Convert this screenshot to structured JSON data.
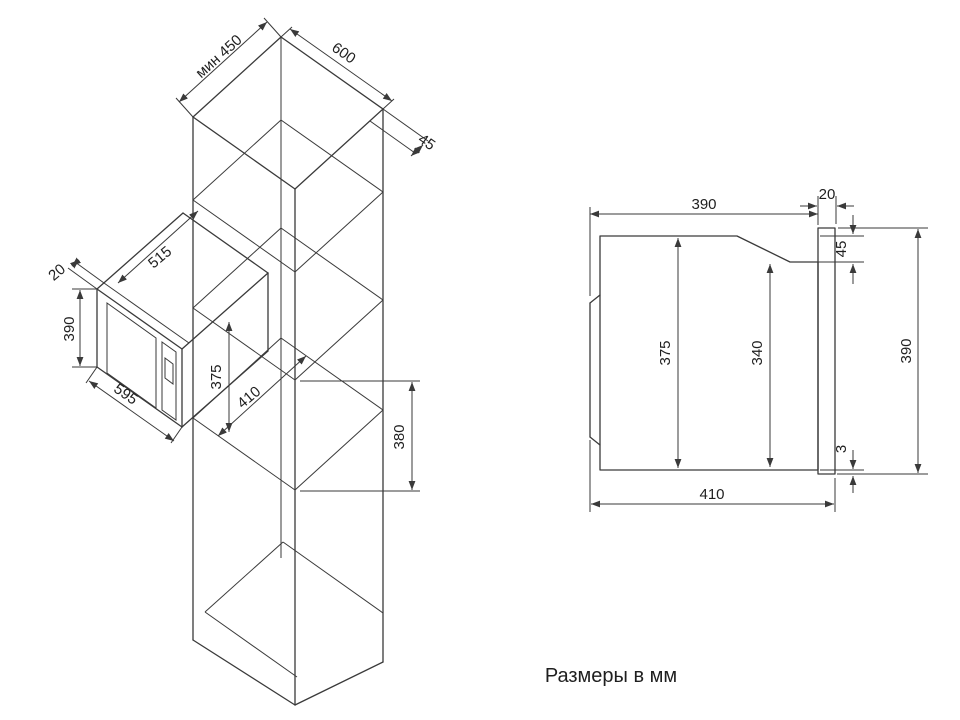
{
  "caption": "Размеры в мм",
  "left_view": {
    "dims": {
      "min450": "мин 450",
      "w600": "600",
      "t45": "45",
      "f20": "20",
      "b515": "515",
      "h390": "390",
      "n375": "375",
      "w595": "595",
      "d410": "410",
      "h380": "380"
    }
  },
  "right_view": {
    "dims": {
      "top390": "390",
      "top20": "20",
      "r45": "45",
      "r375": "375",
      "r340": "340",
      "r390": "390",
      "r3": "3",
      "bottom410": "410"
    }
  }
}
